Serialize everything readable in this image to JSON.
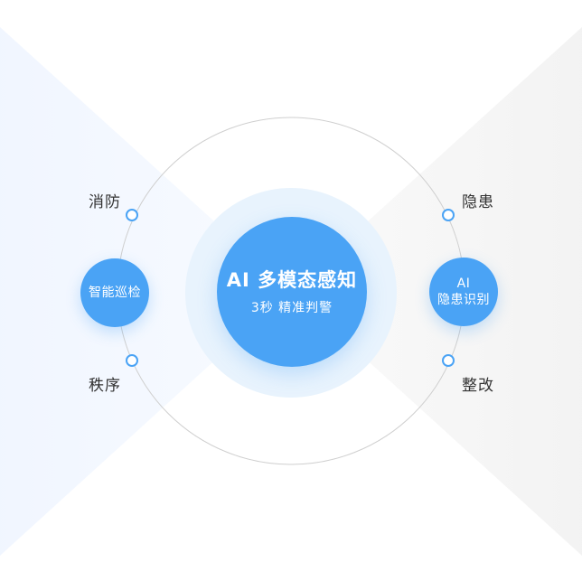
{
  "diagram": {
    "hub": {
      "title": "AI 多模态感知",
      "subtitle": "3秒 精准判警"
    },
    "left_node": {
      "label": "智能巡检"
    },
    "right_node": {
      "line1": "AI",
      "line2": "隐患识别"
    },
    "labels": {
      "top_left": "消防",
      "bottom_left": "秩序",
      "top_right": "隐患",
      "bottom_right": "整改"
    }
  },
  "colors": {
    "accent": "#4aa3f5",
    "halo": "#e8f3fd",
    "ring": "#cfcfcf",
    "text": "#333333"
  }
}
